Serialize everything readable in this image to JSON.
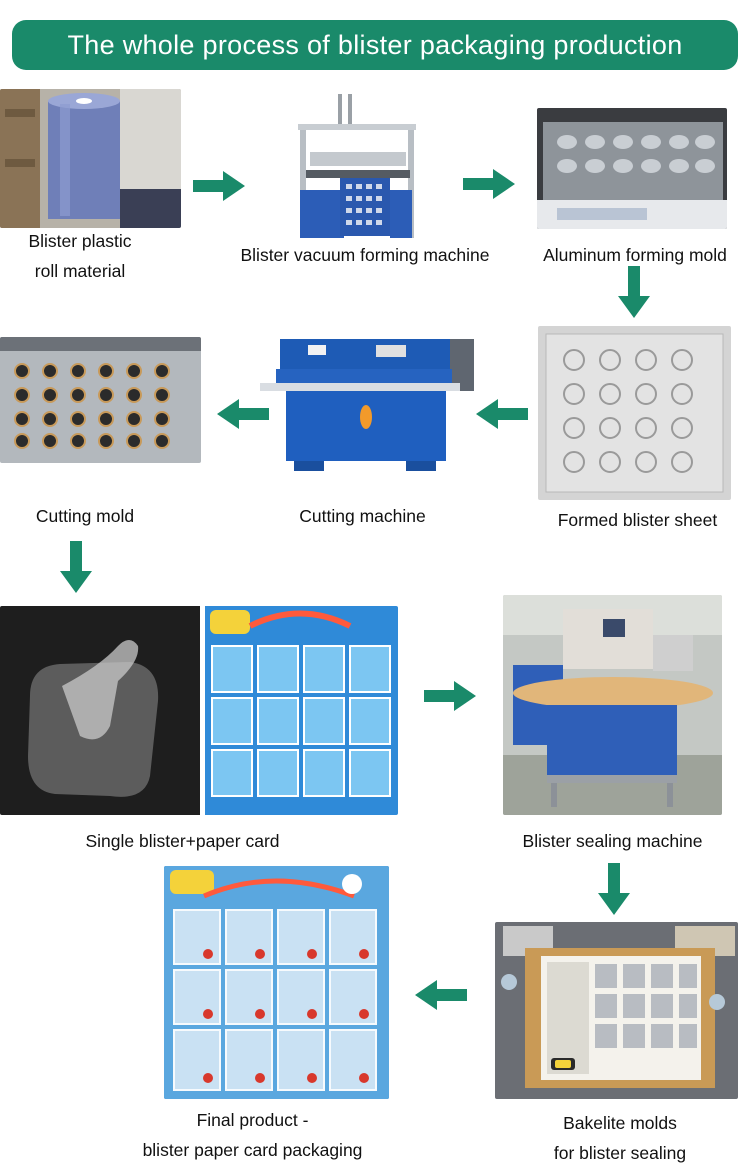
{
  "title": "The whole process of blister packaging production",
  "accent_color": "#1a8a6a",
  "steps": [
    {
      "icon": "plastic-roll-photo",
      "label_lines": [
        "Blister plastic",
        "roll material"
      ]
    },
    {
      "icon": "vacuum-forming-machine-photo",
      "label_lines": [
        "Blister vacuum forming machine"
      ]
    },
    {
      "icon": "aluminum-mold-photo",
      "label_lines": [
        "Aluminum forming mold"
      ]
    },
    {
      "icon": "formed-sheet-photo",
      "label_lines": [
        "Formed blister sheet"
      ]
    },
    {
      "icon": "cutting-machine-photo",
      "label_lines": [
        "Cutting machine"
      ]
    },
    {
      "icon": "cutting-mold-photo",
      "label_lines": [
        "Cutting mold"
      ]
    },
    {
      "icon": "blister-and-card-photo",
      "label_lines": [
        "Single blister+paper card"
      ]
    },
    {
      "icon": "sealing-machine-photo",
      "label_lines": [
        "Blister sealing machine"
      ]
    },
    {
      "icon": "bakelite-mold-photo",
      "label_lines": [
        "Bakelite molds",
        "for blister sealing"
      ]
    },
    {
      "icon": "final-product-photo",
      "label_lines": [
        "Final product -",
        "blister paper card packaging"
      ]
    }
  ],
  "arrows": [
    "right",
    "right",
    "down",
    "left",
    "left",
    "down",
    "right",
    "down",
    "left"
  ]
}
